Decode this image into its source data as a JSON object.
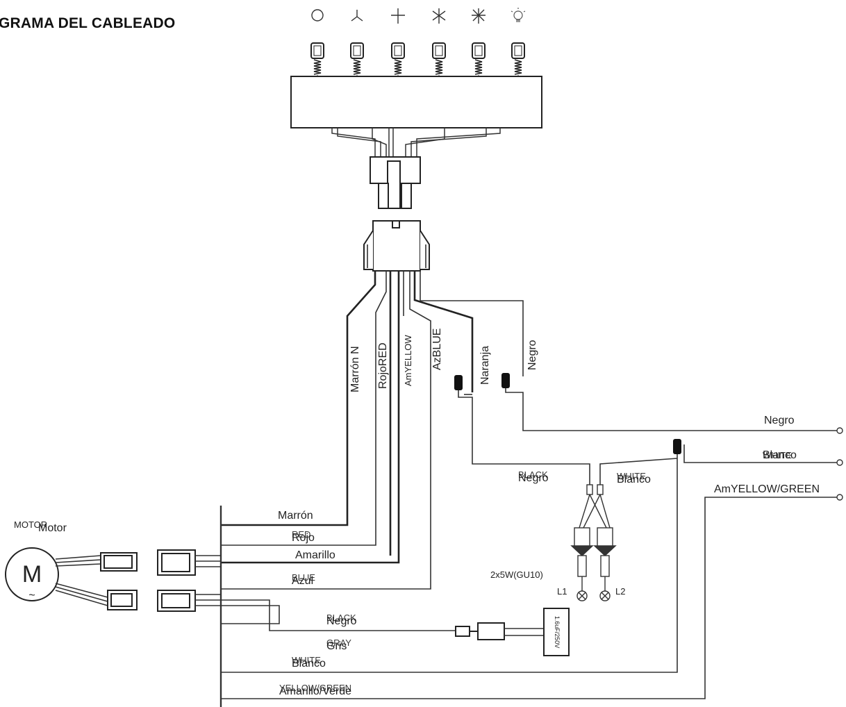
{
  "title": "GRAMA DEL CABLEADO",
  "switch_symbols": [
    {
      "icon": "off-circle-icon",
      "glyph": "○"
    },
    {
      "icon": "fan-speed-1-icon",
      "glyph": "⅄"
    },
    {
      "icon": "fan-speed-2-icon",
      "glyph": "+"
    },
    {
      "icon": "fan-speed-3-icon",
      "glyph": "✳"
    },
    {
      "icon": "fan-speed-4-icon",
      "glyph": "✳"
    },
    {
      "icon": "light-bulb-icon",
      "glyph": "💡"
    }
  ],
  "labels": {
    "marron_n": "Marrón  N",
    "rojo_red": "RojoRED",
    "amarillo_yellow": "AmYELLOW",
    "azul_blue": "AzBLUE",
    "naranja": "Naranja",
    "negro_top": "Negro",
    "negro_right": "Negro",
    "blanco_right": "Blanco",
    "amarillo_green_right": "AmYELLOW/GREEN",
    "negro_black_mid": "Negro",
    "blanco_white_mid": "Blanco",
    "bulbs_spec": "2x5W(GU10)",
    "l1": "L1",
    "l2": "L2",
    "motor_en": "MOTOR",
    "motor_es": "Motor",
    "motor_symbol": "M",
    "motor_tilde": "~",
    "marron": "Marrón",
    "rojo": "Rojo",
    "amarillo": "Amarillo",
    "azul": "Azul",
    "blue_en": "BLUE",
    "red_en": "RED",
    "negro_bottom": "Negro",
    "black_bottom": "BLACK",
    "gris": "Gris",
    "gray": "GRAY",
    "blanco_bottom": "Blanco",
    "white_bottom": "WHITE",
    "verde_bottom": "Amarillo/Verde",
    "yellow_green_bottom": "YELLOW/GREEN",
    "black_mid_en": "BLACK",
    "white_mid_en": "WHITE",
    "white_right_en": "WHITE",
    "capacitor": "1.6uF/250V"
  }
}
